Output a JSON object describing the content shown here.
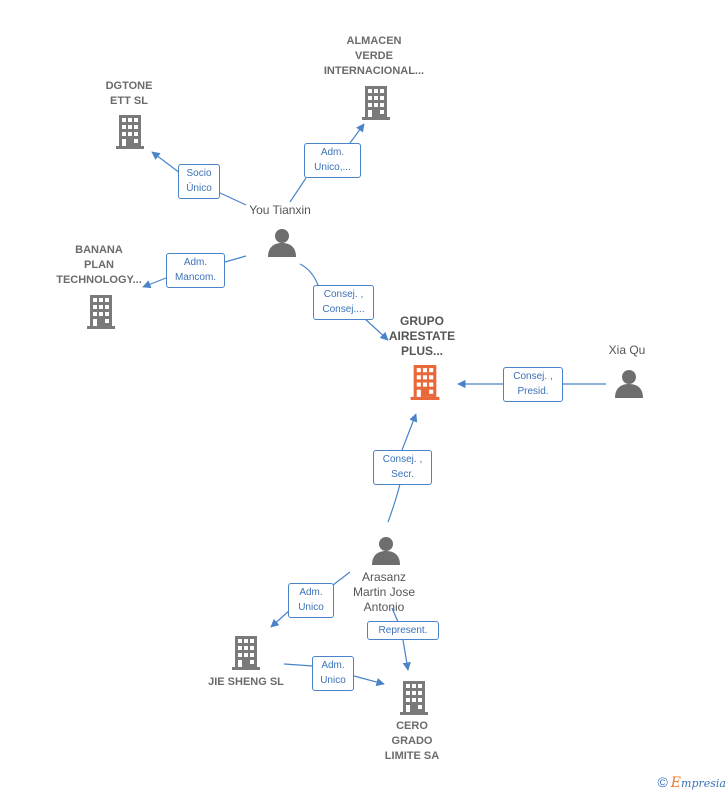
{
  "nodes": {
    "almacen": {
      "label": "ALMACEN\nVERDE\nINTERNACIONAL..."
    },
    "dgtone": {
      "label": "DGTONE\nETT  SL"
    },
    "banana": {
      "label": "BANANA\nPLAN\nTECHNOLOGY..."
    },
    "grupo": {
      "label": "GRUPO\nAIRESTATE\nPLUS..."
    },
    "jie_sheng": {
      "label": "JIE SHENG SL"
    },
    "cero_grado": {
      "label": "CERO\nGRADO\nLIMITE SA"
    },
    "you_tianxin": {
      "label": "You Tianxin"
    },
    "xia_qu": {
      "label": "Xia Qu"
    },
    "arasanz": {
      "label": "Arasanz\nMartin Jose\nAntonio"
    }
  },
  "edges": {
    "socio_unico": "Socio\nÚnico",
    "adm_unico_almacen": "Adm.\nUnico,...",
    "adm_mancom": "Adm.\nMancom.",
    "consej_consej": "Consej. ,\nConsej....",
    "consej_presid": "Consej. ,\nPresid.",
    "consej_secr": "Consej. ,\nSecr.",
    "adm_unico_jie": "Adm.\nUnico",
    "represent": "Represent.",
    "adm_unico_cero": "Adm.\nUnico"
  },
  "colors": {
    "company": "#7a7a7a",
    "focus_company": "#e8683a",
    "person": "#6e6e6e",
    "edge": "#4a84c8"
  },
  "footer": {
    "copyright": "©",
    "brand_first": "E",
    "brand_rest": "mpresia"
  }
}
